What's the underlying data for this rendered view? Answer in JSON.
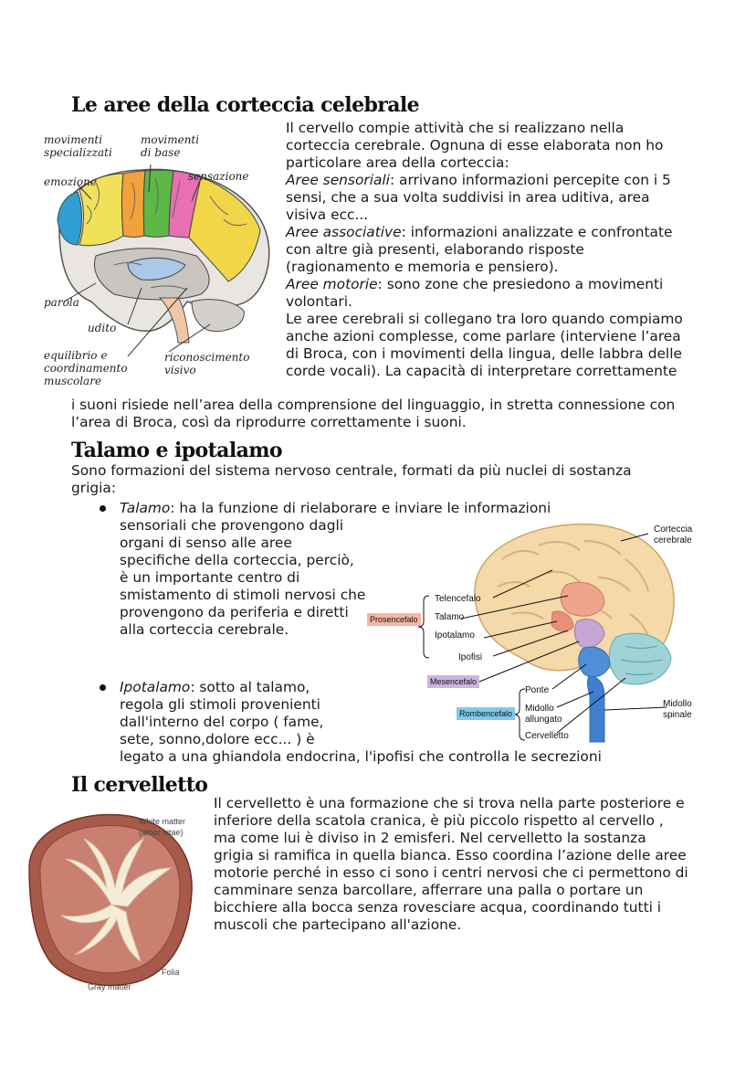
{
  "section1": {
    "title": "Le aree della corteccia celebrale",
    "diagram_labels": {
      "movimenti_specializzati": "movimenti\nspecializzati",
      "movimenti_di_base": "movimenti\ndi base",
      "emozione": "emozione",
      "sensazione": "sensazione",
      "parola": "parola",
      "udito": "udito",
      "equilibrio": "equilibrio e\ncoordinamento\nmuscolare",
      "riconoscimento": "riconoscimento\nvisivo"
    },
    "p_intro": "Il cervello compie attività che si realizzano nella corteccia cerebrale. Ognuna di esse elaborata non ho particolare area della corteccia:",
    "sens_term": "Aree sensoriali",
    "sens_text": ": arrivano informazioni percepite con i 5 sensi, che a sua volta suddivisi in area uditiva, area visiva ecc...",
    "assoc_term": "Aree associative",
    "assoc_text": ": informazioni analizzate e confrontate con altre già presenti, elaborando risposte (ragionamento e memoria e pensiero).",
    "mot_term": "Aree motorie",
    "mot_text": ": sono zone che presiedono a movimenti volontari.",
    "p_end": "Le aree cerebrali si collegano tra loro quando compiamo anche  azioni complesse, come parlare (interviene l’area di Broca, con i movimenti della lingua, delle labbra delle corde vocali). La capacità di interpretare correttamente",
    "p_full": "i suoni risiede nell’area della comprensione del linguaggio, in stretta connessione con l’area di Broca, così da riprodurre correttamente i suoni."
  },
  "section2": {
    "title": "Talamo e ipotalamo",
    "intro": "Sono formazioni del sistema nervoso centrale, formati da più nuclei di sostanza grigia:",
    "talamo_term": "Talamo",
    "talamo_line1": ": ha la funzione di rielaborare e inviare le informazioni",
    "talamo_rest": "sensoriali che provengono dagli organi di senso alle aree specifiche della corteccia, perciò, è un importante centro di smistamento di stimoli nervosi che provengono da periferia e diretti alla corteccia cerebrale.",
    "ipo_term": "Ipotalamo",
    "ipo_text": ": sotto al talamo, regola gli stimoli provenienti dall'interno del corpo ( fame, sete, sonno,dolore ecc... ) è",
    "ipo_last": "legato a una ghiandola endocrina, l'ipofisi che controlla le secrezioni",
    "diagram_labels": {
      "corteccia": "Corteccia\ncerebrale",
      "telencefalo": "Telencefalo",
      "talamo": "Talamo",
      "ipotalamo": "Ipotalamo",
      "ipofisi": "Ipofisi",
      "prosencefalo": "Prosencefalo",
      "mesencefalo": "Mesencefalo",
      "rombencefalo": "Rombencefalo",
      "ponte": "Ponte",
      "midollo_allungato": "Midollo\nallungato",
      "cervelletto": "Cervelletto",
      "midollo_spinale": "Midollo\nspinale"
    }
  },
  "section3": {
    "title": "Il cervelletto",
    "text": "Il cervelletto è  una formazione che si trova nella parte posteriore e inferiore della scatola cranica, è più piccolo rispetto al cervello , ma come lui è diviso in 2 emisferi. Nel cervelletto la sostanza grigia si ramifica in quella bianca. Esso coordina  l’azione delle aree motorie perché in esso ci sono i centri nervosi che ci permettono di camminare senza barcollare, afferrare una palla o portare un bicchiere alla bocca senza rovesciare acqua, coordinando tutti i muscoli che partecipano all'azione.",
    "diagram_labels": {
      "white_matter": "White matter\n(arbor vitae)",
      "folia": "Folia",
      "gray_matter": "Gray matter"
    }
  }
}
